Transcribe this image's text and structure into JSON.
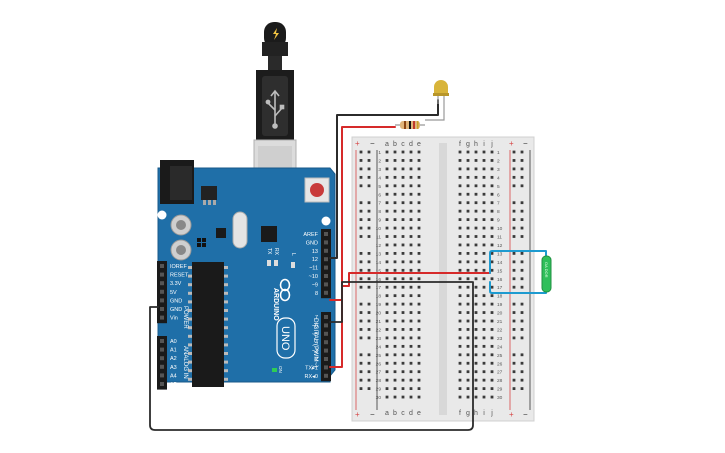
{
  "arduino": {
    "logo": "ARDUINO",
    "model": "UNO",
    "digital_label": "DIGITAL (PWM~)",
    "power_label": "POWER",
    "analog_label": "ANALOG IN",
    "tx_label": "TX",
    "rx_label": "RX",
    "on_label": "ON",
    "l_label": "L",
    "top_pins": [
      "AREF",
      "GND",
      "13",
      "12",
      "~11",
      "~10",
      "~9",
      "8"
    ],
    "bottom_pins": [
      "7",
      "~6",
      "~5",
      "4",
      "~3",
      "2",
      "TX▸1",
      "RX◂0"
    ],
    "power_pins": [
      "IOREF",
      "RESET",
      "3.3V",
      "5V",
      "GND",
      "GND",
      "Vin"
    ],
    "analog_pins": [
      "A0",
      "A1",
      "A2",
      "A3",
      "A4",
      "A5"
    ]
  },
  "breadboard": {
    "left_cols": [
      "a",
      "b",
      "c",
      "d",
      "e"
    ],
    "right_cols": [
      "f",
      "g",
      "h",
      "i",
      "j"
    ],
    "rows": [
      "1",
      "2",
      "3",
      "4",
      "5",
      "6",
      "7",
      "8",
      "9",
      "10",
      "11",
      "12",
      "13",
      "14",
      "15",
      "16",
      "17",
      "18",
      "19",
      "20",
      "21",
      "22",
      "23",
      "24",
      "25",
      "26",
      "27",
      "28",
      "29",
      "30"
    ],
    "rail_plus": "+",
    "rail_minus": "−"
  },
  "components": {
    "reed_switch_label": "OA DOR",
    "usb_icon": "usb-icon",
    "power_icon": "lightning-icon"
  },
  "colors": {
    "board": "#1f6fa8",
    "wire_red": "#d62a2a",
    "wire_black": "#2b2b2b",
    "wire_blue": "#1e9bd0",
    "led": "#d8b43a",
    "reed": "#2fbf5a"
  }
}
